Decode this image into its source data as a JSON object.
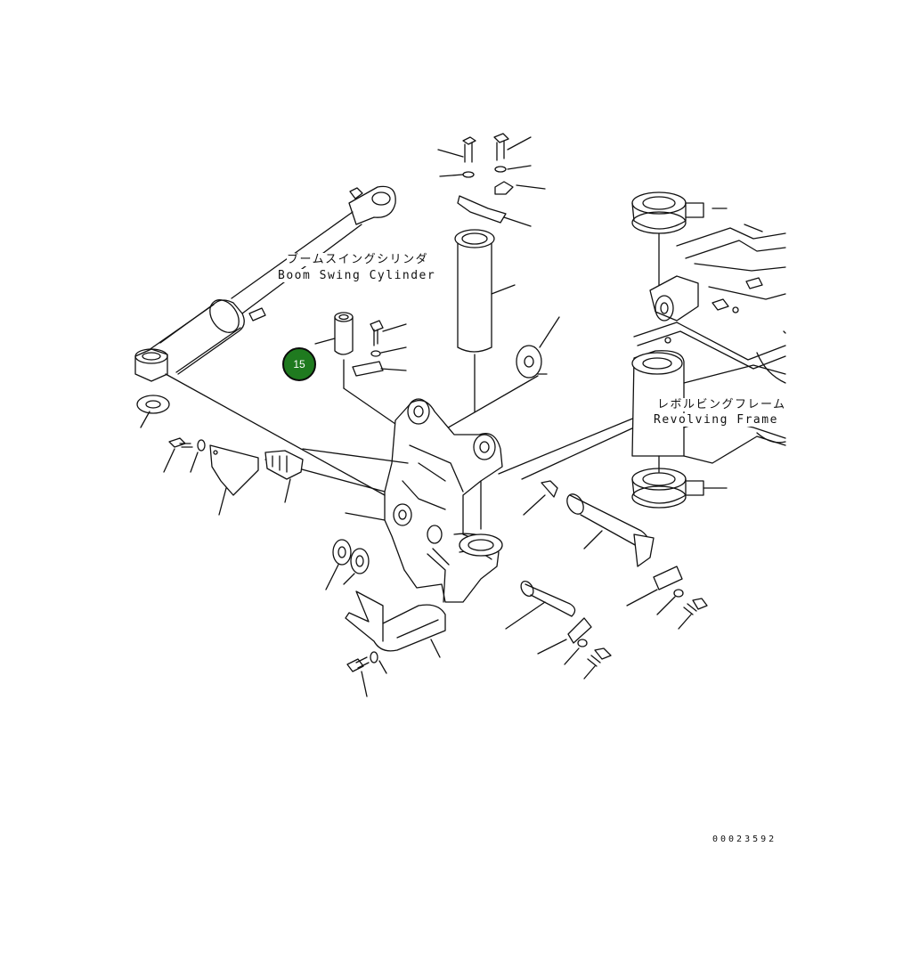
{
  "labels": {
    "boom_swing_cylinder_jp": "ブームスイングシリンダ",
    "boom_swing_cylinder_en": "Boom Swing Cylinder",
    "revolving_frame_jp": "レボルビングフレーム",
    "revolving_frame_en": "Revolving Frame"
  },
  "callout": {
    "number": "15",
    "color": "#1f7a1f"
  },
  "drawing_number": "00023592",
  "colors": {
    "line": "#111111",
    "background": "#ffffff"
  }
}
